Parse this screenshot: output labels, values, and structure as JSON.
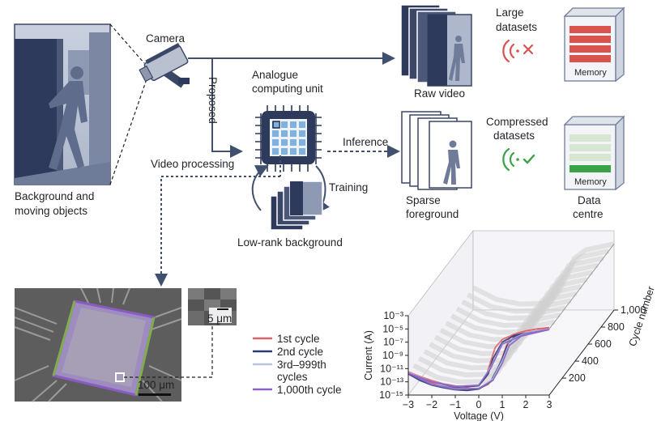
{
  "labels": {
    "camera": "Camera",
    "proposed": "Proposed",
    "analogue_line1": "Analogue",
    "analogue_line2": "computing unit",
    "video_processing": "Video processing",
    "background_line1": "Background and",
    "background_line2": "moving objects",
    "training": "Training",
    "low_rank": "Low-rank background",
    "inference": "Inference",
    "raw_video": "Raw video",
    "sparse_line1": "Sparse",
    "sparse_line2": "foreground",
    "large_line1": "Large",
    "large_line2": "datasets",
    "compressed_line1": "Compressed",
    "compressed_line2": "datasets",
    "memory": "Memory",
    "data_centre_line1": "Data",
    "data_centre_line2": "centre",
    "scale_small": "5 μm",
    "scale_large": "100 μm"
  },
  "colors": {
    "navy": "#2e3a5c",
    "arrow": "#41506f",
    "red": "#d9534f",
    "green": "#3aa345",
    "chip_blue": "#6fa8dc",
    "purple": "#8a5cc2"
  },
  "icons": {
    "camera": "camera-icon",
    "wifi_bad": "signal-icon",
    "cross": "cross-icon",
    "wifi_good": "signal-icon",
    "check": "check-icon",
    "server_full": "server-icon",
    "server_compressed": "server-icon"
  },
  "chart_data": {
    "type": "line",
    "x_label": "Voltage (V)",
    "y_label": "Current (A)",
    "z_label": "Cycle number",
    "x_ticks": [
      "−3",
      "−2",
      "−1",
      "0",
      "1",
      "2",
      "3"
    ],
    "y_ticks": [
      "10⁻³",
      "10⁻⁵",
      "10⁻⁷",
      "10⁻⁹",
      "10⁻¹¹",
      "10⁻¹³",
      "10⁻¹⁵"
    ],
    "z_ticks": [
      "200",
      "400",
      "600",
      "800",
      "1,000"
    ],
    "xlim": [
      -3,
      3
    ],
    "ylim_exp": [
      -15,
      -3
    ],
    "zlim": [
      1,
      1000
    ],
    "series": [
      {
        "name": "1st cycle",
        "color": "#e0636a",
        "forward": [
          [
            -3,
            -11.5
          ],
          [
            -2.5,
            -12.5
          ],
          [
            -2,
            -13.2
          ],
          [
            -1.5,
            -13.8
          ],
          [
            -1,
            -14.1
          ],
          [
            -0.5,
            -14.2
          ],
          [
            0,
            -14
          ],
          [
            0.4,
            -13.4
          ],
          [
            0.8,
            -11.5
          ],
          [
            1.1,
            -8.3
          ],
          [
            1.3,
            -6.4
          ],
          [
            1.6,
            -5.7
          ],
          [
            2,
            -5.3
          ],
          [
            2.5,
            -5
          ],
          [
            3,
            -4.8
          ]
        ],
        "reverse": [
          [
            3,
            -4.8
          ],
          [
            2.5,
            -5
          ],
          [
            2,
            -5.3
          ],
          [
            1.5,
            -5.8
          ],
          [
            1,
            -6.6
          ],
          [
            0.7,
            -7.8
          ],
          [
            0.5,
            -10
          ],
          [
            0.3,
            -12.3
          ],
          [
            0,
            -13.5
          ],
          [
            -0.5,
            -13.8
          ],
          [
            -1,
            -13.6
          ],
          [
            -1.5,
            -13.3
          ],
          [
            -2,
            -12.8
          ],
          [
            -2.5,
            -12.2
          ],
          [
            -3,
            -11.5
          ]
        ]
      },
      {
        "name": "2nd cycle",
        "color": "#2b3a78",
        "forward": [
          [
            -3,
            -11.8
          ],
          [
            -2.5,
            -12.8
          ],
          [
            -2,
            -13.5
          ],
          [
            -1.5,
            -13.9
          ],
          [
            -1,
            -14.2
          ],
          [
            -0.5,
            -14.3
          ],
          [
            0,
            -14.1
          ],
          [
            0.5,
            -13
          ],
          [
            0.8,
            -11
          ],
          [
            1,
            -9.5
          ],
          [
            1.2,
            -7.6
          ],
          [
            1.5,
            -6.2
          ],
          [
            2,
            -5.6
          ],
          [
            3,
            -5
          ]
        ],
        "reverse": [
          [
            3,
            -5
          ],
          [
            2,
            -5.6
          ],
          [
            1.5,
            -6
          ],
          [
            1,
            -7
          ],
          [
            0.6,
            -9.5
          ],
          [
            0.4,
            -11.8
          ],
          [
            0,
            -13.6
          ],
          [
            -1,
            -13.8
          ],
          [
            -2,
            -13
          ],
          [
            -3,
            -11.8
          ]
        ]
      },
      {
        "name": "3rd–999th cycles",
        "color": "#b9c6dc",
        "forward": [
          [
            -3,
            -11.6
          ],
          [
            -2,
            -13.4
          ],
          [
            -1,
            -14.1
          ],
          [
            0,
            -14
          ],
          [
            0.6,
            -12.5
          ],
          [
            1,
            -9.8
          ],
          [
            1.3,
            -7.2
          ],
          [
            1.8,
            -5.9
          ],
          [
            3,
            -5
          ]
        ],
        "reverse": [
          [
            3,
            -5
          ],
          [
            2,
            -5.6
          ],
          [
            1,
            -7.2
          ],
          [
            0.5,
            -10.8
          ],
          [
            0,
            -13.5
          ],
          [
            -1,
            -13.7
          ],
          [
            -2,
            -13
          ],
          [
            -3,
            -11.6
          ]
        ]
      },
      {
        "name": "1,000th cycle",
        "color": "#8a62c8",
        "forward": [
          [
            -3,
            -11.7
          ],
          [
            -2,
            -13.4
          ],
          [
            -1,
            -14
          ],
          [
            0,
            -14
          ],
          [
            0.6,
            -12.8
          ],
          [
            1,
            -10.2
          ],
          [
            1.3,
            -7.5
          ],
          [
            1.8,
            -6.1
          ],
          [
            3,
            -5.1
          ]
        ],
        "reverse": [
          [
            3,
            -5.1
          ],
          [
            2,
            -5.7
          ],
          [
            1,
            -7.3
          ],
          [
            0.5,
            -11
          ],
          [
            0,
            -13.5
          ],
          [
            -1,
            -13.7
          ],
          [
            -2,
            -13
          ],
          [
            -3,
            -11.7
          ]
        ]
      }
    ],
    "legend": [
      "1st cycle",
      "2nd cycle",
      "3rd–999th",
      "cycles",
      "1,000th cycle"
    ]
  }
}
